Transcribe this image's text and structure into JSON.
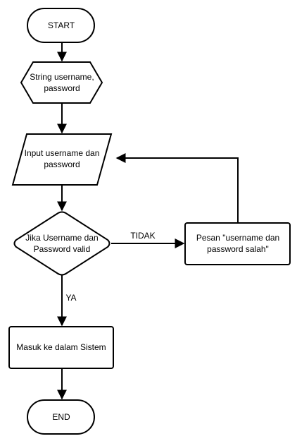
{
  "flowchart": {
    "nodes": {
      "start": {
        "lines": [
          "START"
        ]
      },
      "declare": {
        "lines": [
          "String username,",
          "password"
        ]
      },
      "input": {
        "lines": [
          "Input username dan",
          "password"
        ]
      },
      "decision": {
        "lines": [
          "Jika Username dan",
          "Password valid"
        ]
      },
      "error_message": {
        "lines": [
          "Pesan \"username dan",
          "password salah\""
        ]
      },
      "enter_system": {
        "lines": [
          "Masuk ke dalam Sistem"
        ]
      },
      "end": {
        "lines": [
          "END"
        ]
      }
    },
    "edges": {
      "no_label": "TIDAK",
      "yes_label": "YA"
    }
  }
}
